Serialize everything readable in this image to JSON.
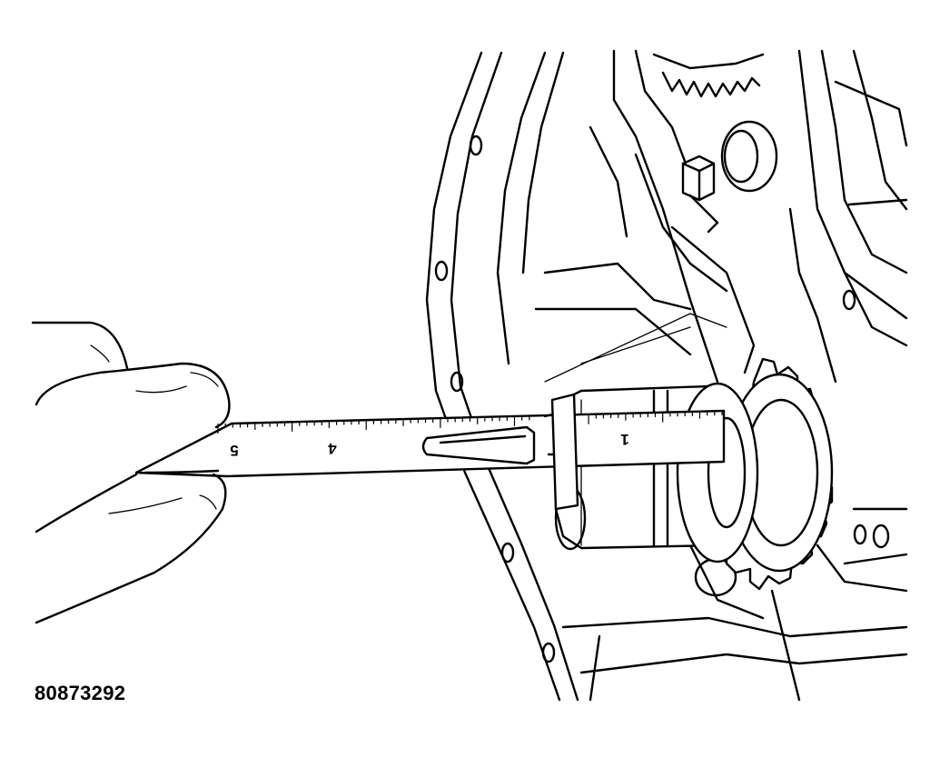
{
  "figure": {
    "id": "80873292"
  },
  "scale": {
    "numbers": [
      "5",
      "4",
      "1"
    ]
  },
  "colors": {
    "ink": "#000000",
    "paper": "#ffffff"
  }
}
